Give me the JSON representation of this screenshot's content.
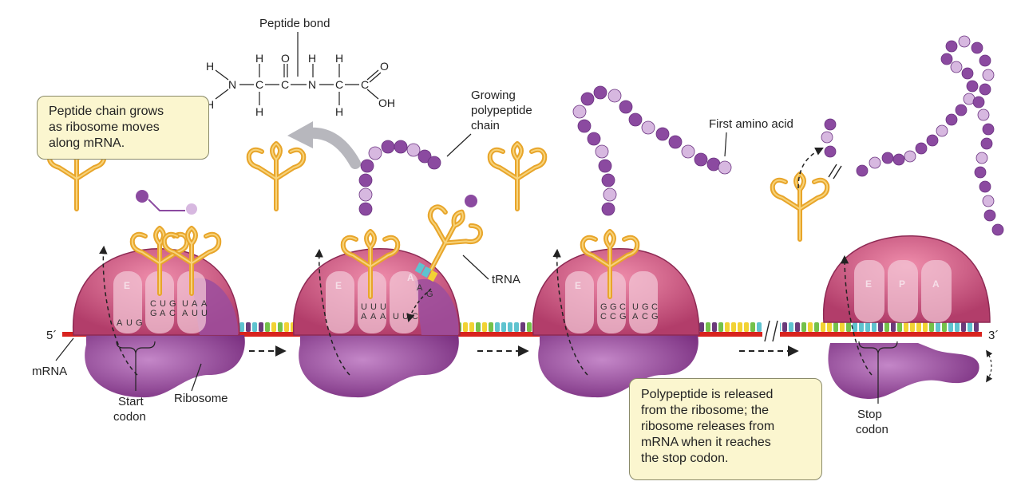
{
  "labels": {
    "peptide_bond": "Peptide bond",
    "growing_chain": [
      "Growing",
      "polypeptide",
      "chain"
    ],
    "first_amino_acid": "First amino acid",
    "trna": "tRNA",
    "five_prime": "5´",
    "three_prime": "3´",
    "mrna": "mRNA",
    "start_codon": [
      "Start",
      "codon"
    ],
    "ribosome": "Ribosome",
    "stop_codon": [
      "Stop",
      "codon"
    ]
  },
  "notes": {
    "grow": [
      "Peptide chain grows",
      "as ribosome moves",
      "along mRNA."
    ],
    "release": [
      "Polypeptide is released",
      "from the ribosome; the",
      "ribosome releases from",
      "mRNA when it reaches",
      "the stop codon."
    ]
  },
  "chemistry": {
    "h_left": "H",
    "n1": "N",
    "h_n1": "H",
    "h_c1_top": "H",
    "c1": "C",
    "h_c1_bottom": "H",
    "o_top": "O",
    "c2": "C",
    "h_n2": "H",
    "n2": "N",
    "h_c3_top": "H",
    "c3": "C",
    "h_c3_bottom": "H",
    "c4": "C",
    "o_right": "O",
    "oh": "OH"
  },
  "sites": [
    "E",
    "P",
    "A"
  ],
  "codons": {
    "r1_mrna": [
      "A",
      "U",
      "G"
    ],
    "r1_t1": [
      "C",
      "U",
      "G"
    ],
    "r1_t1b": [
      "G",
      "A",
      "C"
    ],
    "r1_t2": [
      "U",
      "A",
      "A"
    ],
    "r1_t2b": [
      "A",
      "U",
      "U"
    ],
    "r2_t1": [
      "U",
      "U",
      "U"
    ],
    "r2_t1b": [
      "A",
      "A",
      "A"
    ],
    "r2_mrna": [
      "U",
      "U",
      "C"
    ],
    "r2_incoming": [
      "A",
      "G"
    ],
    "r3_t1": [
      "G",
      "G",
      "C"
    ],
    "r3_t1b": [
      "C",
      "C",
      "G"
    ],
    "r3_t2": [
      "U",
      "G",
      "C"
    ],
    "r3_t2b": [
      "A",
      "C",
      "G"
    ]
  },
  "colors": {
    "mrna_strand": "#d8231e",
    "ribosome_small": "#9b4d9e",
    "ribosome_large": "#d45a82",
    "trna": "#e8a52a",
    "amino_dark": "#8b4aa0",
    "amino_light": "#d7b8e0",
    "note_fill": "#fbf6cf",
    "base_blue": "#5ec3cf",
    "base_green": "#74c14a",
    "base_yellow": "#f2d233",
    "base_purple": "#6b3a7a"
  }
}
